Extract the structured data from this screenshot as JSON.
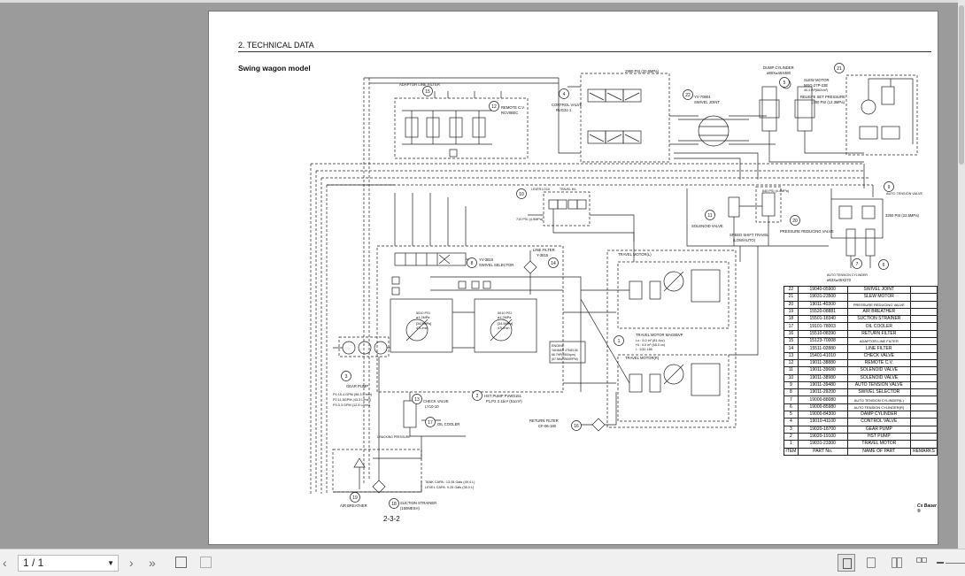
{
  "document": {
    "header": "2. TECHNICAL DATA",
    "subtitle": "Swing wagon model",
    "page_number": "2-3-2",
    "brand": "Cs Bauer ®"
  },
  "schematic": {
    "labels": {
      "adaptor_line_filter": "ADAPTOR LINE FILTER",
      "remote_cv": "REMOTE C.V.",
      "remote_cv_code": "RCV08EC",
      "control_valve": "CONTROL VALVE",
      "control_valve_code": "RVG31-1",
      "psi_2990": "2990 PSI (20.6MPa)",
      "swivel_joint": "SWIVEL JOINT",
      "swivel_joint_code": "YV-70904",
      "dump_cylinder": "DUMP CYLINDER",
      "dump_cylinder_size": "ø80X⌀45X480",
      "slew_motor": "SLEW MOTOR",
      "slew_motor_code": "MSG-27P-23E",
      "slew_motor_disp": "40.4 IN³(662cm³)",
      "relief_set_pressure": "RELIEFE SET PRESSURE",
      "relief_value": "1780 PSI (12.3MPa)",
      "auto_tension_valve": "AUTO TENSION VALVE",
      "psi_3260": "3260 PSI (22.5MPa)",
      "auto_tension_cylinder": "AUTO TENSION CYLINDER",
      "auto_tension_size": "ø63X⌀45X270",
      "lever_lock": "LEVER LOCK",
      "travel_hl": "TRAVEL H/L",
      "psi_710": "710 PSI (4.9MPa)",
      "psi_640": "640 PSI (4.4MPa)",
      "solenoid_valve": "SOLENOID VALVE",
      "speed_shift_travel": "SPEED SHIFT TRAVEL",
      "speed_shift_mode": "(LOW/AUTO)",
      "pressure_reducing_valve": "PRESSURE REDUCING VALVE",
      "swivel_selector_code": "YV-3815",
      "swivel_selector": "SWIVEL SELECTOR",
      "line_filter": "LINE FILTER",
      "line_filter_code": "Y-3815",
      "travel_motor_l": "TRAVEL MOTOR(L)",
      "travel_motor_r": "TRAVEL MOTOR(R)",
      "travel_motor_code": "TRAVEL MOTOR MAG85VP",
      "travel_motor_spec1": "Lo : 5.0 in³ (81.4cc)",
      "travel_motor_spec2": "Hi : 4.0 in³ (65.0 cc)",
      "travel_motor_spec3": "i : 1/32.166",
      "psi_5010_a": "5010 PSI",
      "psi_5010_b": "5010 PSI",
      "mpa_a": "ø1.2MPa",
      "mpa_b": "ø1.2MPa",
      "flow_a1": "[34.5MPa]",
      "flow_a2": "47L/min",
      "flow_b1": "[34.5MPa]",
      "flow_b2": "47L/min",
      "engine": "ENGINE",
      "engine_spec1": "YANMAR 4TNE106",
      "engine_spec2": "66.7HP(2500rpm)",
      "engine_spec3": "(67.5kW/2500RPM)",
      "hst_pump": "HST PUMP PVWS151",
      "hst_pump_spec": "P1,P2 3.11in³ (51cm³)",
      "gear_pump": "GEAR PUMP",
      "gear_pump_p1": "P1:15.4 GPM (58.3 L/min)",
      "gear_pump_p2": "P2:11.5GPM (43.3 L/min)",
      "gear_pump_p3": "P3:3.3 GPM (12.5 L/min)",
      "check_valve": "CHECK VALVE",
      "check_valve_code": "LY10-10",
      "cracking_pressure": "CRACKING PRESSURE",
      "oil_cooler": "OIL COOLER",
      "return_filter": "RETURN FILTER",
      "return_filter_code": "CF-06-180",
      "tank_capa": "TANK CAPA : 13.05 Gals (49.4 L)",
      "level_capa": "LEVEL CAPA. 9.25 Gals (35.0 L)",
      "air_breather": "AIR BREATHER",
      "suction_strainer": "SUCTION STRAINER",
      "suction_strainer_spec": "(150MESH)"
    },
    "callouts": [
      "1",
      "2",
      "3",
      "4",
      "5",
      "6",
      "7",
      "8",
      "9",
      "10",
      "11",
      "12",
      "13",
      "14",
      "15",
      "16",
      "17",
      "18",
      "19",
      "20",
      "21",
      "22"
    ]
  },
  "parts_table": {
    "headers": {
      "item": "ITEM",
      "part_no": "PART No.",
      "name": "NAME OF PART",
      "remarks": "REMARKS"
    },
    "rows": [
      {
        "item": "22",
        "part": "19040-05900",
        "name": "SWIVEL JOINT"
      },
      {
        "item": "21",
        "part": "19031-23500",
        "name": "SLEW MOTOR"
      },
      {
        "item": "20",
        "part": "19011-40300",
        "name": "PRESSURE REDUCING VALVE"
      },
      {
        "item": "19",
        "part": "15520-08881",
        "name": "AIR BREATHER"
      },
      {
        "item": "18",
        "part": "15501-18340",
        "name": "SUCTION STRAINER"
      },
      {
        "item": "17",
        "part": "19101-78003",
        "name": "OIL COOLER"
      },
      {
        "item": "16",
        "part": "15510-08390",
        "name": "RETURN FILTER"
      },
      {
        "item": "15",
        "part": "15123-70008",
        "name": "ADAPTOR LINE FILTER"
      },
      {
        "item": "14",
        "part": "15511-02880",
        "name": "LINE FILTER"
      },
      {
        "item": "13",
        "part": "15401-41010",
        "name": "CHECK VALVE"
      },
      {
        "item": "12",
        "part": "19011-38880",
        "name": "REMOTE C.V."
      },
      {
        "item": "11",
        "part": "19011-39680",
        "name": "SOLENOID VALVE"
      },
      {
        "item": "10",
        "part": "19011-38980",
        "name": "SOLENOID VALVE"
      },
      {
        "item": "9",
        "part": "19011-39480",
        "name": "AUTO TENSION VALVE"
      },
      {
        "item": "8",
        "part": "19011-29200",
        "name": "SWIVEL SELECTOR"
      },
      {
        "item": "7",
        "part": "19000-88080",
        "name": "AUTO TENSION CYLINDER(L)"
      },
      {
        "item": "6",
        "part": "19000-85980",
        "name": "AUTO TENSION CYLINDER(R)"
      },
      {
        "item": "5",
        "part": "19000-84300",
        "name": "DAMP CYLINDER"
      },
      {
        "item": "4",
        "part": "19010-41100",
        "name": "CONTROL VALVE"
      },
      {
        "item": "3",
        "part": "19020-18700",
        "name": "GEAR PUMP"
      },
      {
        "item": "2",
        "part": "19020-19100",
        "name": "HST PUMP"
      },
      {
        "item": "1",
        "part": "19031-23300",
        "name": "TRAVEL MOTOR"
      }
    ]
  },
  "toolbar": {
    "page_value": "1 / 1",
    "icons": [
      "chevron-left-icon",
      "chevron-right-icon",
      "double-chevron-right-icon",
      "rotate-icon",
      "fit-icon",
      "single-page-icon",
      "continuous-icon",
      "two-page-icon",
      "grid-icon",
      "zoom-out-icon"
    ]
  }
}
